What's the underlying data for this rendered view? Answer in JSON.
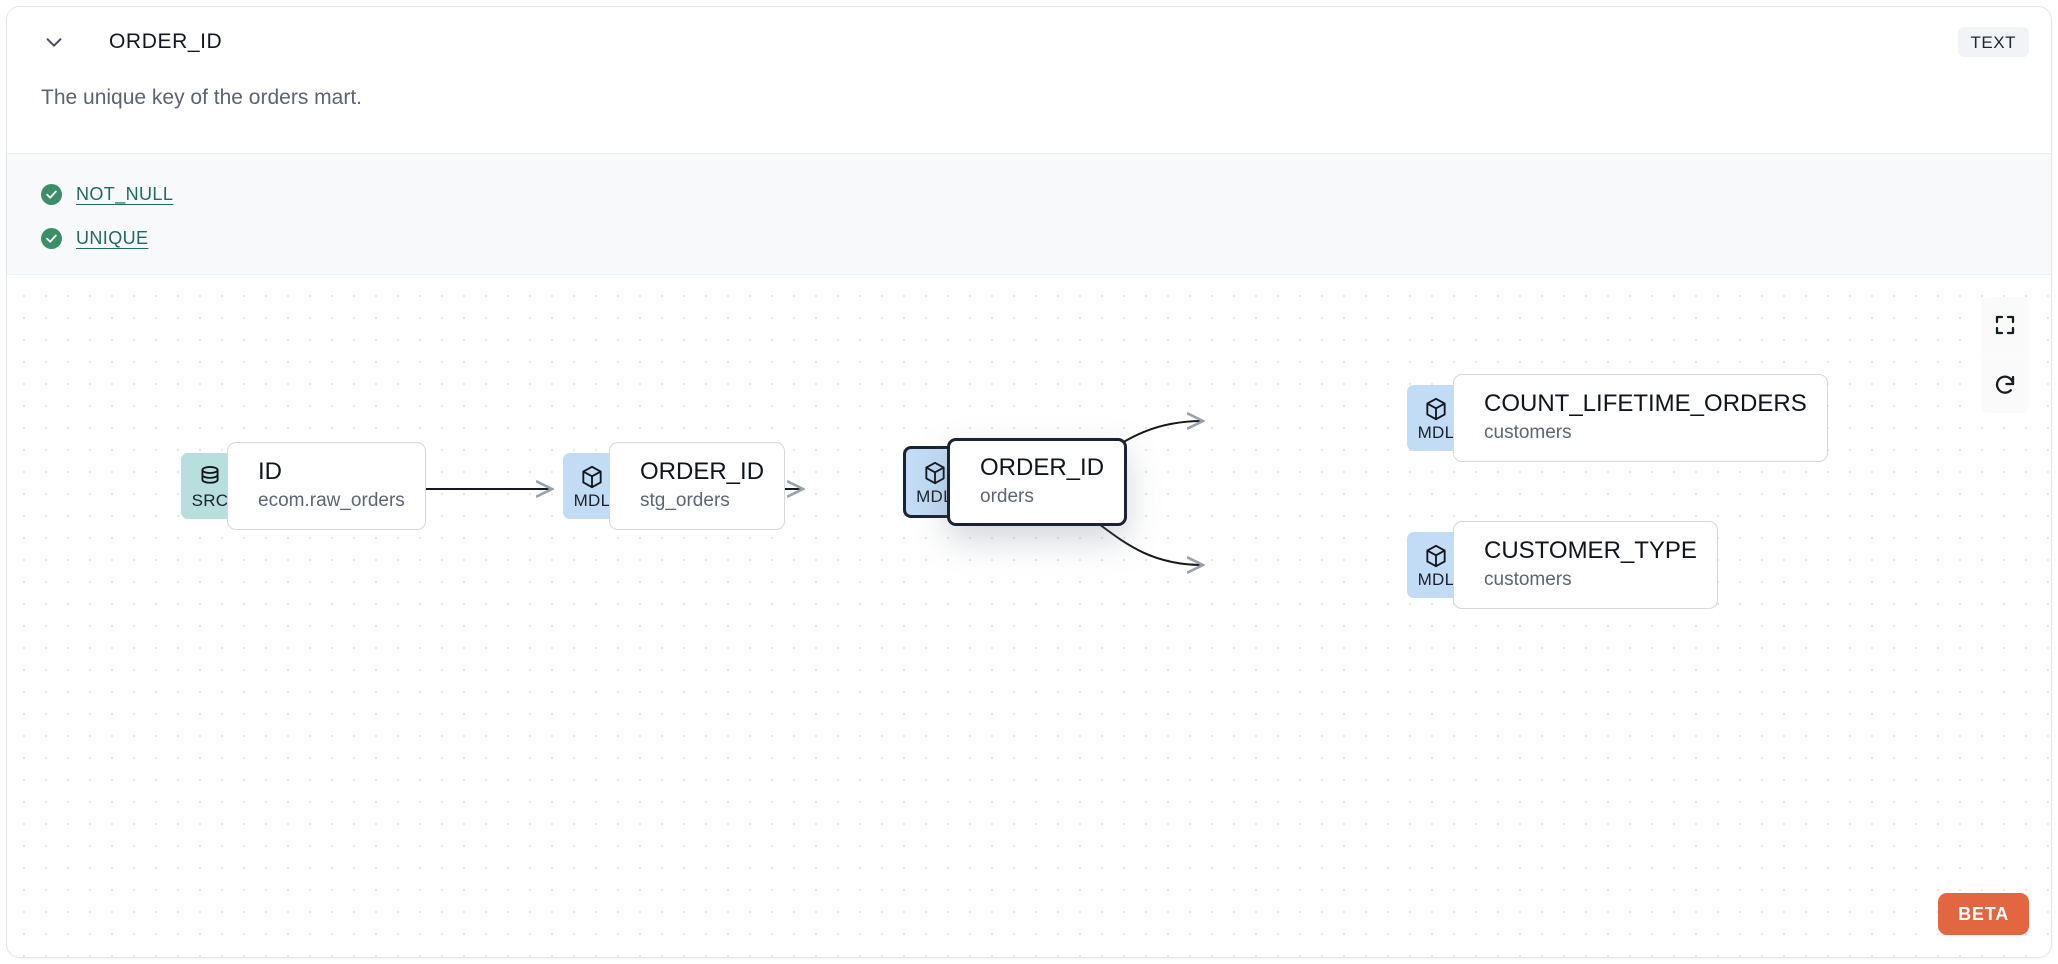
{
  "header": {
    "chevron_icon": "chevron-down-icon",
    "column_name": "ORDER_ID",
    "type_badge": "TEXT",
    "description": "The unique key of the orders mart."
  },
  "tests": [
    {
      "icon": "check-circle-icon",
      "label": "NOT_NULL",
      "status": "pass"
    },
    {
      "icon": "check-circle-icon",
      "label": "UNIQUE",
      "status": "pass"
    }
  ],
  "lineage": {
    "controls": [
      {
        "icon": "fit-view-icon",
        "label": "Fit view"
      },
      {
        "icon": "refresh-icon",
        "label": "Reset"
      }
    ],
    "beta_badge": "BETA",
    "nodes": [
      {
        "id": "src-id",
        "kind": "SRC",
        "icon": "database-icon",
        "name": "ID",
        "sub": "ecom.raw_orders",
        "active": false
      },
      {
        "id": "mdl-stg",
        "kind": "MDL",
        "icon": "cube-icon",
        "name": "ORDER_ID",
        "sub": "stg_orders",
        "active": false
      },
      {
        "id": "mdl-orders",
        "kind": "MDL",
        "icon": "cube-icon",
        "name": "ORDER_ID",
        "sub": "orders",
        "active": true
      },
      {
        "id": "mdl-count",
        "kind": "MDL",
        "icon": "cube-icon",
        "name": "COUNT_LIFETIME_ORDERS",
        "sub": "customers",
        "active": false
      },
      {
        "id": "mdl-ctype",
        "kind": "MDL",
        "icon": "cube-icon",
        "name": "CUSTOMER_TYPE",
        "sub": "customers",
        "active": false
      }
    ]
  },
  "colors": {
    "src_badge": "#b6dfdd",
    "mdl_badge": "#c2dcf5",
    "test_pass": "#3a8f68",
    "test_link": "#1f6a63",
    "beta": "#e2663f",
    "active_border": "#1b2233"
  }
}
